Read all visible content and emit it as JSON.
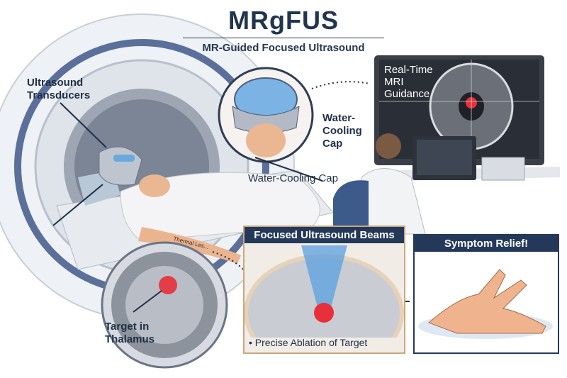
{
  "header": {
    "title": "MRgFUS",
    "subtitle": "MR-Guided Focused Ultrasound"
  },
  "labels": {
    "transducers": "Ultrasound Transducers",
    "cooling_cap_inset": "Water-Cooling Cap",
    "cooling_cap": "Water-Cooling Cap",
    "mri_guidance": "Real-Time MRI Guidance",
    "thermal_lesion": "Thermal Les...",
    "target": "Target in Thalamus"
  },
  "panels": {
    "beams": {
      "title": "Focused Ultrasound Beams",
      "caption": "• Precise Ablation of Target"
    },
    "relief": {
      "title": "Symptom Relief!"
    }
  },
  "colors": {
    "navy": "#24395a",
    "target_red": "#e8303a",
    "beam_blue": "#5aa0e0"
  }
}
